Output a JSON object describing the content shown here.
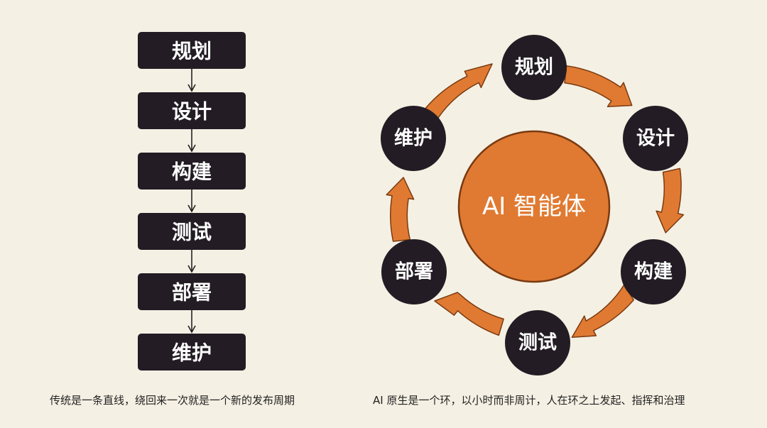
{
  "colors": {
    "background": "#f5f0e4",
    "box": "#231c24",
    "node": "#231c24",
    "accent": "#e07a32",
    "accent_stroke": "#7a3a10",
    "text_light": "#ffffff",
    "text_dark": "#222222"
  },
  "linear_flow": {
    "steps": [
      "规划",
      "设计",
      "构建",
      "测试",
      "部署",
      "维护"
    ]
  },
  "cycle": {
    "center": "AI 智能体",
    "nodes": [
      "规划",
      "设计",
      "构建",
      "测试",
      "部署",
      "维护"
    ]
  },
  "captions": {
    "left": "传统是一条直线，绕回来一次就是一个新的发布周期",
    "right": "AI 原生是一个环，以小时而非周计，人在环之上发起、指挥和治理"
  }
}
